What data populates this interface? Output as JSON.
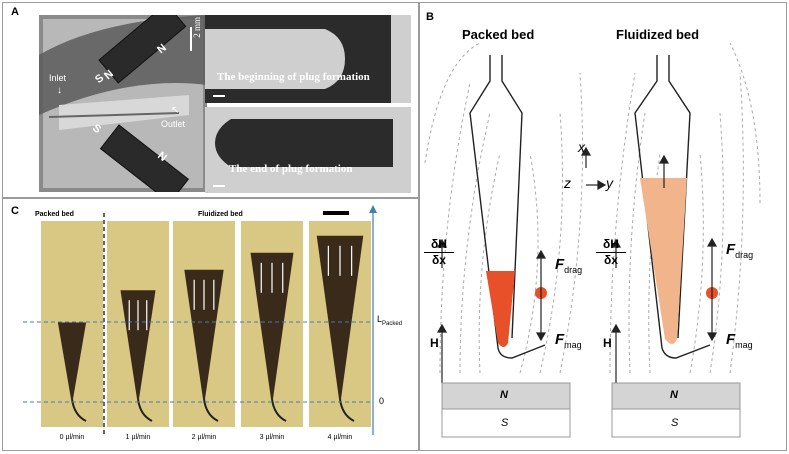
{
  "panel_a": {
    "label": "A",
    "scale_text": "2 mm",
    "magnets": [
      {
        "pole_top": "N",
        "pole_bottom": "S"
      },
      {
        "pole_top": "S",
        "pole_bottom": "N"
      }
    ],
    "inlet_label": "Inlet",
    "outlet_label": "Outlet",
    "caption_top": "The beginning of plug formation",
    "caption_bottom": "The end of plug formation"
  },
  "panel_b": {
    "label": "B",
    "left_title": "Packed bed",
    "right_title": "Fluidized bed",
    "axis_x": "x",
    "axis_y": "y",
    "axis_z": "z",
    "grad_num": "δH",
    "grad_den": "δx",
    "h_label": "H",
    "f_drag": "F",
    "f_drag_sub": "drag",
    "f_mag": "F",
    "f_mag_sub": "mag",
    "magnet_n": "N",
    "magnet_s": "S"
  },
  "panel_c": {
    "label": "C",
    "left_title": "Packed bed",
    "right_title": "Fluidized bed",
    "l_packed": "L",
    "l_packed_sub": "Packed",
    "zero": "0",
    "flow_labels": [
      "0 µl/min",
      "1 µl/min",
      "2 µl/min",
      "3 µl/min",
      "4 µl/min"
    ],
    "bed_fill_fraction": [
      0.45,
      0.64,
      0.76,
      0.86,
      0.96
    ]
  },
  "colors": {
    "orange": "#e8502a",
    "particle": "#f2b48a",
    "photo_bg": "#d9c784",
    "magnet_gray": "#d4d4d4",
    "axis_blue": "#3f7fb3"
  }
}
